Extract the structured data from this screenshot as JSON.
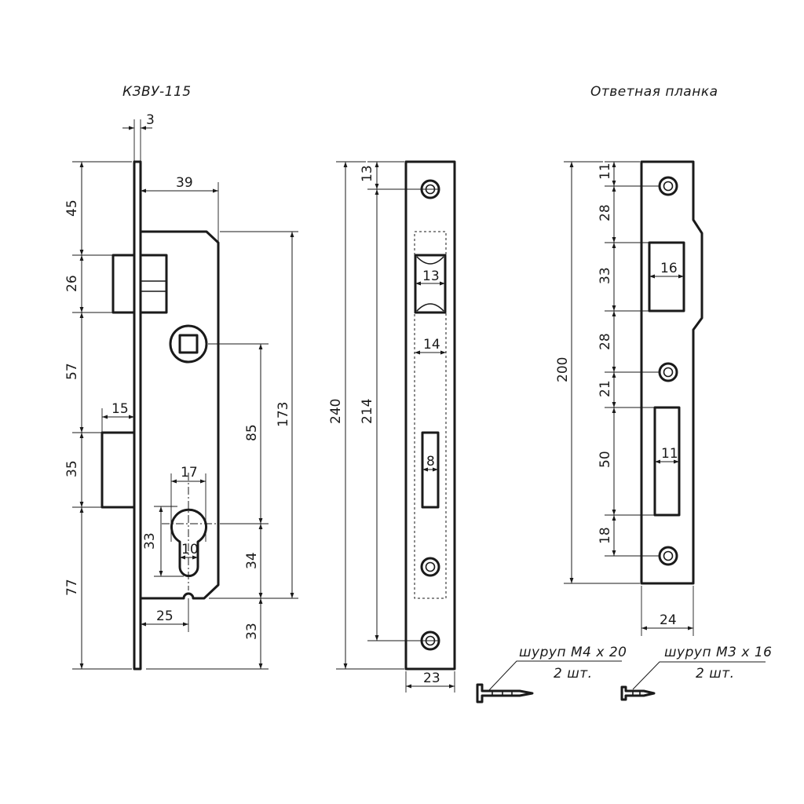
{
  "titles": {
    "lock": "КЗВУ-115",
    "strike": "Ответная планка"
  },
  "lock_dims": {
    "faceplate_thickness": "3",
    "backset_depth": "39",
    "d45": "45",
    "d26": "26",
    "d57": "57",
    "d15": "15",
    "d35": "35",
    "d77": "77",
    "d17": "17",
    "d33": "33",
    "d10": "10",
    "d25": "25",
    "d85": "85",
    "d173": "173",
    "d34": "34",
    "d33b": "33"
  },
  "faceplate_dims": {
    "d13": "13",
    "d240": "240",
    "d214": "214",
    "w13": "13",
    "w14": "14",
    "w8": "8",
    "w23": "23"
  },
  "strike_dims": {
    "d11": "11",
    "d28": "28",
    "d33": "33",
    "d28b": "28",
    "d21": "21",
    "d50": "50",
    "d18": "18",
    "d200": "200",
    "w16": "16",
    "w11": "11",
    "w24": "24"
  },
  "screws": [
    {
      "label": "шуруп М4 х 20",
      "qty": "2 шт."
    },
    {
      "label": "шуруп М3 х 16",
      "qty": "2 шт."
    }
  ]
}
